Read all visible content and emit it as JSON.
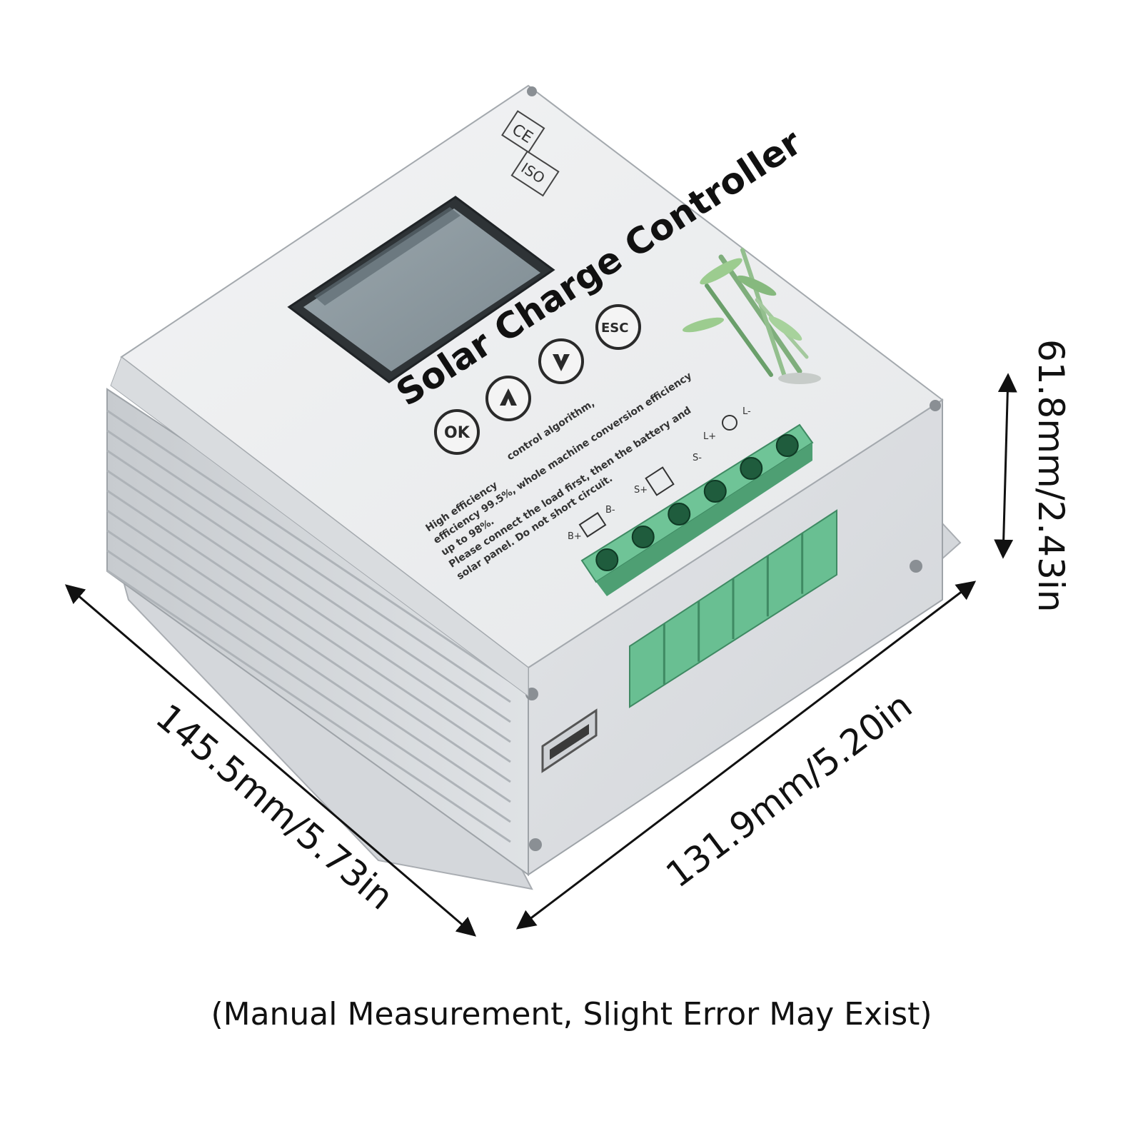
{
  "device": {
    "title": "Solar Charge Controller",
    "certifications": [
      "CE",
      "ISO"
    ],
    "buttons": [
      {
        "label": "OK",
        "icon": "ok-button-icon"
      },
      {
        "label": "",
        "icon": "arrow-up-icon"
      },
      {
        "label": "",
        "icon": "arrow-down-icon"
      },
      {
        "label": "ESC",
        "icon": "esc-button-icon"
      }
    ],
    "description_lines": [
      "High efficiency",
      "control algorithm,",
      "efficiency 99.5%, whole machine conversion efficiency",
      "up to 98%.",
      "Please connect the load first, then the battery and",
      "solar panel. Do not short circuit."
    ],
    "terminal_labels": [
      "B+",
      "B-",
      "S+",
      "S-",
      "L+",
      "L-"
    ],
    "colors": {
      "housing": "#e4e6e8",
      "housing_shadow": "#bcc0c4",
      "terminal_green": "#6fc497",
      "lcd": "#8e9aa0",
      "accent_dark": "#2a2a2a"
    }
  },
  "dimensions": {
    "length": "145.5mm/5.73in",
    "width": "131.9mm/5.20in",
    "height": "61.8mm/2.43in"
  },
  "caption": "(Manual Measurement, Slight Error May Exist)"
}
